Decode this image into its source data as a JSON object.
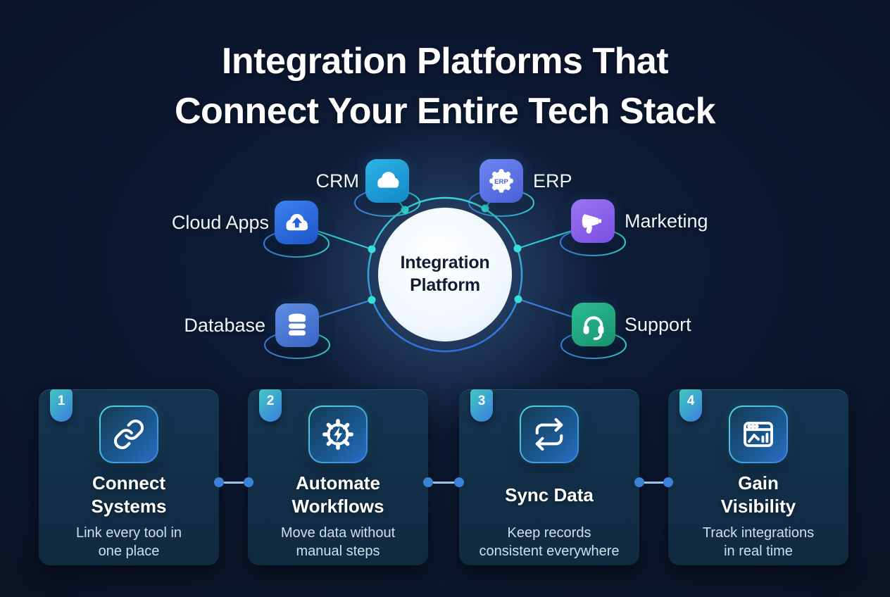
{
  "title": {
    "line1": "Integration Platforms That",
    "line2": "Connect Your Entire Tech Stack"
  },
  "hub": {
    "label": "Integration\nPlatform"
  },
  "nodes": [
    {
      "id": "crm",
      "label": "CRM",
      "icon": "cloud-icon",
      "color": "#1d9fd8",
      "side": "left"
    },
    {
      "id": "erp",
      "label": "ERP",
      "icon": "gear-erp-icon",
      "color": "#5b74e8",
      "side": "right"
    },
    {
      "id": "cloud-apps",
      "label": "Cloud Apps",
      "icon": "cloud-upload-icon",
      "color": "#2563e0",
      "side": "left"
    },
    {
      "id": "marketing",
      "label": "Marketing",
      "icon": "megaphone-icon",
      "color": "#8a63e8",
      "side": "right"
    },
    {
      "id": "database",
      "label": "Database",
      "icon": "database-icon",
      "color": "#4a7dd6",
      "side": "left"
    },
    {
      "id": "support",
      "label": "Support",
      "icon": "headset-icon",
      "color": "#27a883",
      "side": "right"
    }
  ],
  "steps": [
    {
      "number": "1",
      "title": "Connect\nSystems",
      "description": "Link every tool in\none place",
      "icon": "chain-link-icon"
    },
    {
      "number": "2",
      "title": "Automate\nWorkflows",
      "description": "Move data without\nmanual steps",
      "icon": "gear-bolt-icon"
    },
    {
      "number": "3",
      "title": "Sync Data",
      "description": "Keep records\nconsistent everywhere",
      "icon": "sync-arrows-icon"
    },
    {
      "number": "4",
      "title": "Gain\nVisibility",
      "description": "Track integrations\nin real time",
      "icon": "chart-window-icon"
    }
  ],
  "colors": {
    "background": "#0c1830",
    "card_background": "#123049",
    "accent_teal": "#38d6d4",
    "accent_blue": "#3b82d6",
    "hub_circle": "#f2f8fd",
    "hub_text": "#101d33",
    "badge_gradient": [
      "#41c8c0",
      "#3b7de0"
    ]
  }
}
